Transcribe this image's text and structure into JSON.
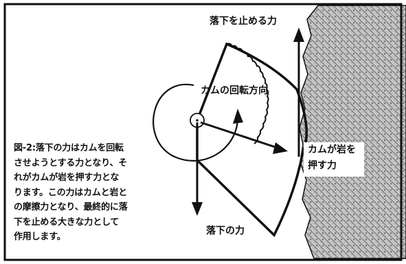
{
  "labels": {
    "drop_stop_force": "落下を止める力",
    "cam_rotation_direction": "カムの回転方向",
    "rock_push_line1": "カムが岩を",
    "rock_push_line2": "押す力",
    "fall_force": "落下の力"
  },
  "caption": {
    "lines": [
      "図-2:落下の力はカムを回転",
      "させようとする力となり、そ",
      "れがカムが岩を押す力とな",
      "ります。この力はカムと岩と",
      "の摩擦力となり、最終的に落",
      "下を止める大きな力として",
      "作用します。"
    ]
  },
  "colors": {
    "ink": "#111111",
    "rock_base": "#bdbdbd",
    "paper": "#ffffff"
  }
}
